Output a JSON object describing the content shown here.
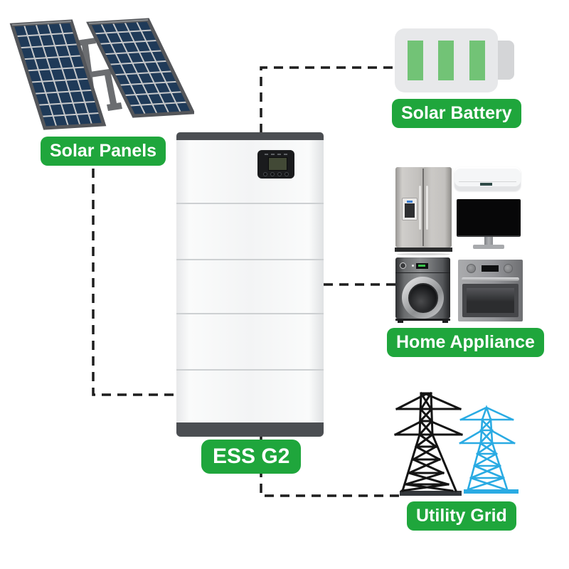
{
  "diagram": {
    "nodes": {
      "solar_panels": {
        "label": "Solar Panels",
        "icon": "solar-panels-icon"
      },
      "solar_battery": {
        "label": "Solar Battery",
        "icon": "battery-icon"
      },
      "ess": {
        "label": "ESS G2",
        "icon": "ess-unit-image"
      },
      "home_appliance": {
        "label": "Home Appliance",
        "icons": [
          "refrigerator-icon",
          "air-conditioner-icon",
          "monitor-icon",
          "washing-machine-icon",
          "oven-icon"
        ]
      },
      "utility_grid": {
        "label": "Utility Grid",
        "icons": [
          "transmission-tower-black-icon",
          "transmission-tower-blue-icon"
        ]
      }
    },
    "connections": [
      {
        "from": "solar_panels",
        "to": "ess",
        "style": "dashed"
      },
      {
        "from": "ess",
        "to": "solar_battery",
        "style": "dashed"
      },
      {
        "from": "ess",
        "to": "home_appliance",
        "style": "dashed"
      },
      {
        "from": "ess",
        "to": "utility_grid",
        "style": "dashed"
      }
    ],
    "colors": {
      "label_background": "#1fa63c",
      "label_text": "#ffffff",
      "battery_fill_green": "#72c376",
      "tower_blue": "#2aabe3",
      "tower_black": "#141414",
      "solar_cell_navy": "#1f3a58",
      "connector_line": "#1d1d1d",
      "background": "#ffffff"
    }
  }
}
